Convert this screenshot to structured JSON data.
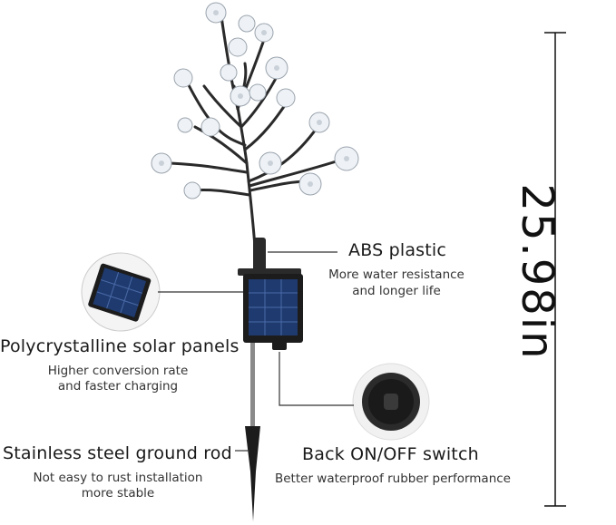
{
  "dimension": {
    "label": "25.98in"
  },
  "features": {
    "abs": {
      "title": "ABS plastic",
      "desc_line1": "More water resistance",
      "desc_line2": "and longer life"
    },
    "solar": {
      "title": "Polycrystalline solar panels",
      "desc_line1": "Higher conversion rate",
      "desc_line2": "and faster charging"
    },
    "rod": {
      "title": "Stainless steel ground rod",
      "desc_line1": "Not easy to rust installation",
      "desc_line2": "more stable"
    },
    "switch": {
      "title": "Back ON/OFF switch",
      "desc_line1": "Better waterproof rubber performance"
    }
  },
  "colors": {
    "stem": "#2a2a2a",
    "panel": "#1f3a6e",
    "rod": "#8a8a8a",
    "blossom": "#e9eef3",
    "line": "#333333"
  }
}
